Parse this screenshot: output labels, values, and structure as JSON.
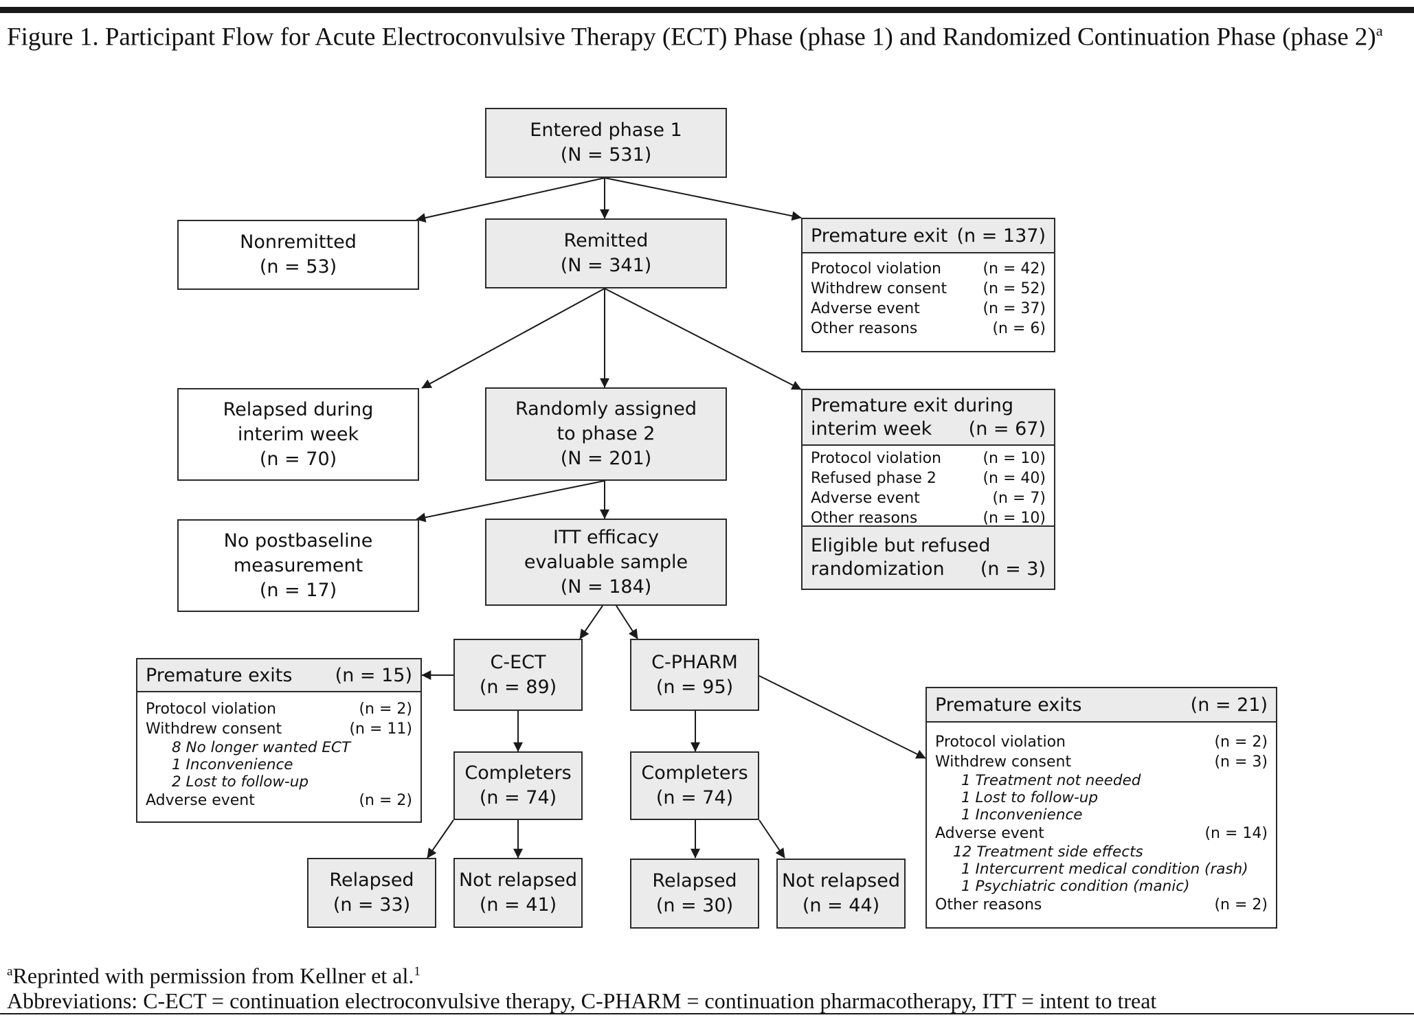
{
  "figure": {
    "title": "Figure 1. Participant Flow for Acute Electroconvulsive Therapy (ECT) Phase (phase 1) and Randomized Continuation Phase (phase 2)",
    "title_sup": "a",
    "footnote_sup": "a",
    "footnote_text": "Reprinted with permission from Kellner et al.",
    "footnote_ref": "1",
    "abbreviations": "Abbreviations: C-ECT = continuation electroconvulsive therapy, C-PHARM = continuation pharmacotherapy, ITT = intent to treat"
  },
  "nodes": {
    "entered": {
      "line1": "Entered phase 1",
      "line2": "(N = 531)"
    },
    "nonremitted": {
      "line1": "Nonremitted",
      "line2": "(n = 53)"
    },
    "remitted": {
      "line1": "Remitted",
      "line2": "(N = 341)"
    },
    "relapsed_interim": {
      "line1": "Relapsed during",
      "line2": "interim week",
      "line3": "(n = 70)"
    },
    "randomized": {
      "line1": "Randomly assigned",
      "line2": "to phase 2",
      "line3": "(N = 201)"
    },
    "no_postbaseline": {
      "line1": "No postbaseline",
      "line2": "measurement",
      "line3": "(n = 17)"
    },
    "itt": {
      "line1": "ITT efficacy",
      "line2": "evaluable sample",
      "line3": "(N = 184)"
    },
    "cect": {
      "line1": "C-ECT",
      "line2": "(n = 89)"
    },
    "cpharm": {
      "line1": "C-PHARM",
      "line2": "(n = 95)"
    },
    "cect_completers": {
      "line1": "Completers",
      "line2": "(n = 74)"
    },
    "cpharm_completers": {
      "line1": "Completers",
      "line2": "(n = 74)"
    },
    "cect_relapsed": {
      "line1": "Relapsed",
      "line2": "(n = 33)"
    },
    "cect_not_relapsed": {
      "line1": "Not relapsed",
      "line2": "(n = 41)"
    },
    "cpharm_relapsed": {
      "line1": "Relapsed",
      "line2": "(n = 30)"
    },
    "cpharm_not_relapsed": {
      "line1": "Not relapsed",
      "line2": "(n = 44)"
    }
  },
  "exit_phase1": {
    "label": "Premature exit",
    "count": "(n = 137)",
    "rows": [
      {
        "label": "Protocol violation",
        "value": "(n = 42)"
      },
      {
        "label": "Withdrew consent",
        "value": "(n = 52)"
      },
      {
        "label": "Adverse event",
        "value": "(n = 37)"
      },
      {
        "label": "Other reasons",
        "value": "(n = 6)"
      }
    ]
  },
  "exit_interim": {
    "label_line1": "Premature exit during",
    "label_line2": "interim week",
    "count": "(n = 67)",
    "rows": [
      {
        "label": "Protocol violation",
        "value": "(n = 10)"
      },
      {
        "label": "Refused phase 2",
        "value": "(n = 40)"
      },
      {
        "label": "Adverse event",
        "value": "(n = 7)"
      },
      {
        "label": "Other reasons",
        "value": "(n = 10)"
      }
    ],
    "eligible_line1": "Eligible but refused",
    "eligible_line2": "randomization",
    "eligible_count": "(n = 3)"
  },
  "exit_cect": {
    "label": "Premature exits",
    "count": "(n = 15)",
    "protocol": {
      "label": "Protocol violation",
      "value": "(n = 2)"
    },
    "withdrew": {
      "label": "Withdrew consent",
      "value": "(n = 11)"
    },
    "withdrew_subs": [
      "8  No longer wanted ECT",
      "1  Inconvenience",
      "2  Lost to follow-up"
    ],
    "adverse": {
      "label": "Adverse event",
      "value": "(n = 2)"
    }
  },
  "exit_cpharm": {
    "label": "Premature exits",
    "count": "(n = 21)",
    "protocol": {
      "label": "Protocol violation",
      "value": "(n = 2)"
    },
    "withdrew": {
      "label": "Withdrew consent",
      "value": "(n = 3)"
    },
    "withdrew_subs": [
      "1  Treatment not needed",
      "1  Lost to follow-up",
      "1  Inconvenience"
    ],
    "adverse": {
      "label": "Adverse event",
      "value": "(n = 14)"
    },
    "adverse_subs": [
      "12  Treatment side effects",
      "1  Intercurrent medical condition (rash)",
      "1  Psychiatric condition (manic)"
    ],
    "other": {
      "label": "Other reasons",
      "value": "(n = 2)"
    }
  }
}
